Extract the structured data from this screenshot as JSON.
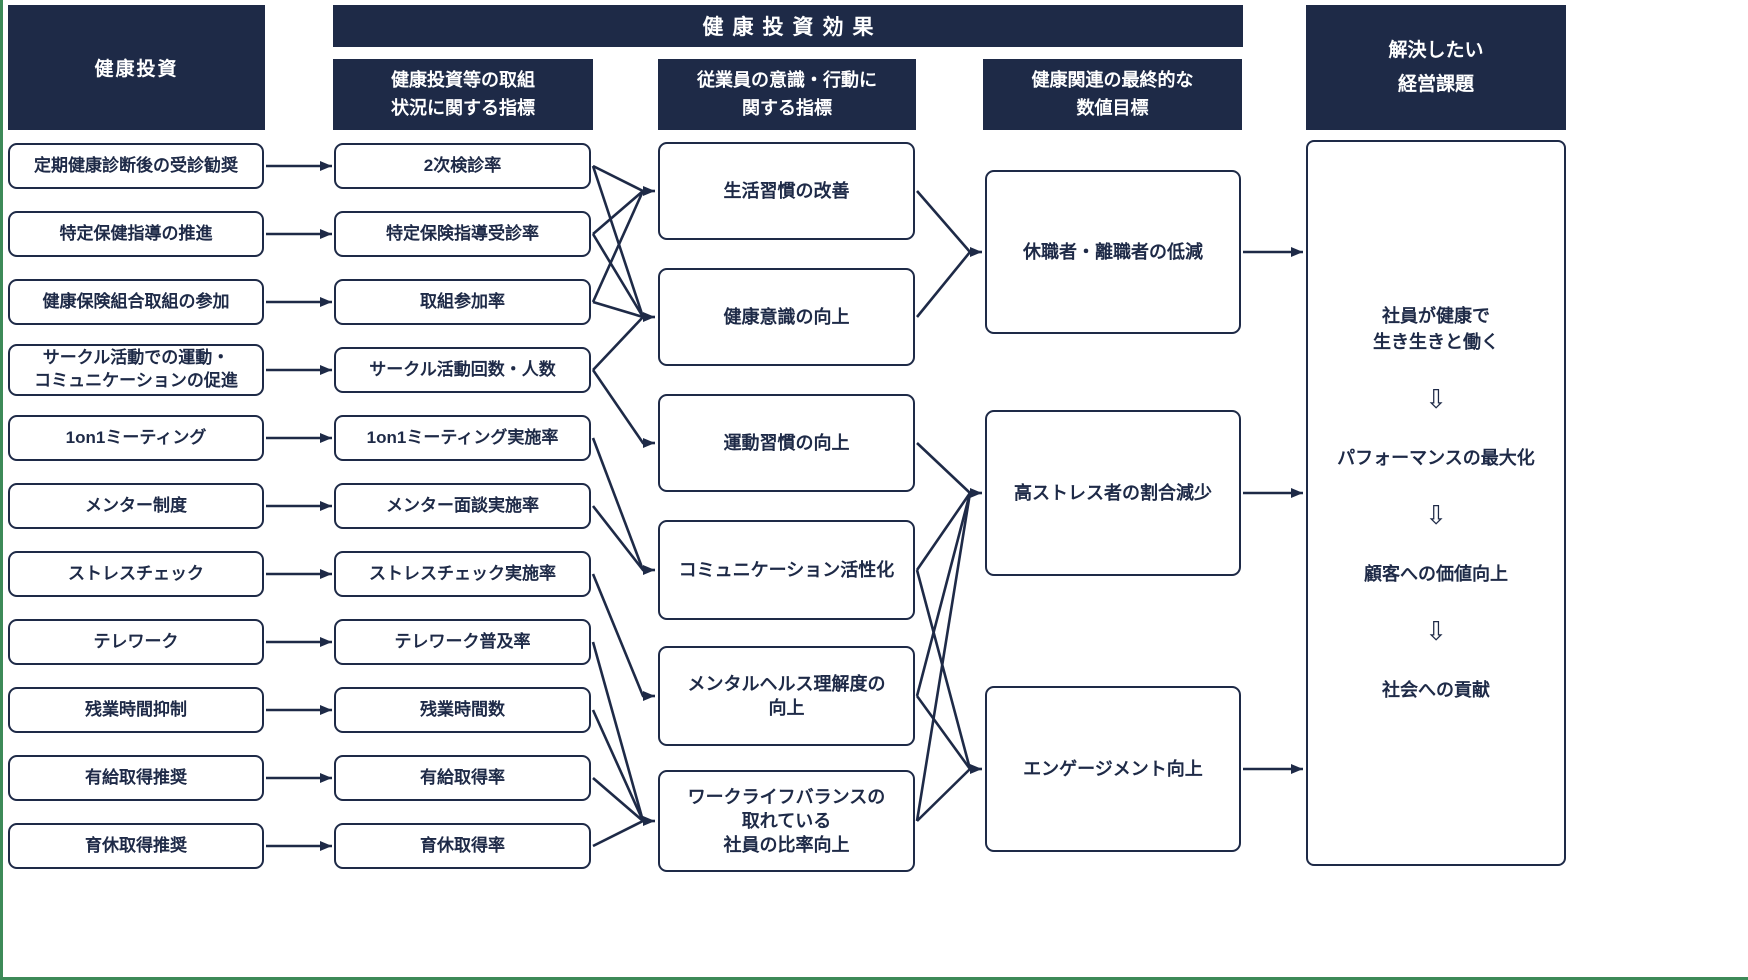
{
  "headers": {
    "col1": "健康投資",
    "banner": "健康投資効果",
    "col2": "健康投資等の取組\n状況に関する指標",
    "col3": "従業員の意識・行動に\n関する指標",
    "col4": "健康関連の最終的な\n数値目標",
    "col5": "解決したい\n経営課題"
  },
  "col1_items": [
    "定期健康診断後の受診勧奨",
    "特定保健指導の推進",
    "健康保険組合取組の参加",
    "サークル活動での運動・\nコミュニケーションの促進",
    "1on1ミーティング",
    "メンター制度",
    "ストレスチェック",
    "テレワーク",
    "残業時間抑制",
    "有給取得推奨",
    "育休取得推奨"
  ],
  "col2_items": [
    "2次検診率",
    "特定保険指導受診率",
    "取組参加率",
    "サークル活動回数・人数",
    "1on1ミーティング実施率",
    "メンター面談実施率",
    "ストレスチェック実施率",
    "テレワーク普及率",
    "残業時間数",
    "有給取得率",
    "育休取得率"
  ],
  "col3_items": [
    "生活習慣の改善",
    "健康意識の向上",
    "運動習慣の向上",
    "コミュニケーション活性化",
    "メンタルヘルス理解度の\n向上",
    "ワークライフバランスの\n取れている\n社員の比率向上"
  ],
  "col4_items": [
    "休職者・離職者の低減",
    "高ストレス者の割合減少",
    "エンゲージメント向上"
  ],
  "col5_flow": [
    "社員が健康で\n生き生きと働く",
    "パフォーマンスの最大化",
    "顧客への価値向上",
    "社会への貢献"
  ],
  "icons": {
    "down_arrow": "⇩"
  },
  "edges": {
    "c1_to_c2": [
      [
        0,
        0
      ],
      [
        1,
        1
      ],
      [
        2,
        2
      ],
      [
        3,
        3
      ],
      [
        4,
        4
      ],
      [
        5,
        5
      ],
      [
        6,
        6
      ],
      [
        7,
        7
      ],
      [
        8,
        8
      ],
      [
        9,
        9
      ],
      [
        10,
        10
      ]
    ],
    "c2_to_c3": [
      [
        0,
        0
      ],
      [
        0,
        1
      ],
      [
        1,
        0
      ],
      [
        1,
        1
      ],
      [
        2,
        0
      ],
      [
        2,
        1
      ],
      [
        3,
        1
      ],
      [
        3,
        2
      ],
      [
        4,
        3
      ],
      [
        5,
        3
      ],
      [
        6,
        4
      ],
      [
        7,
        5
      ],
      [
        8,
        5
      ],
      [
        9,
        5
      ],
      [
        10,
        5
      ]
    ],
    "c3_to_c4": [
      [
        0,
        0
      ],
      [
        1,
        0
      ],
      [
        2,
        1
      ],
      [
        3,
        1
      ],
      [
        3,
        2
      ],
      [
        4,
        1
      ],
      [
        4,
        2
      ],
      [
        5,
        1
      ],
      [
        5,
        2
      ]
    ],
    "c4_to_c5": [
      [
        0,
        0
      ],
      [
        1,
        0
      ],
      [
        2,
        0
      ]
    ]
  },
  "colors": {
    "navy": "#1e2a47",
    "frame_green": "#3d8a58",
    "box_background": "#ffffff"
  }
}
